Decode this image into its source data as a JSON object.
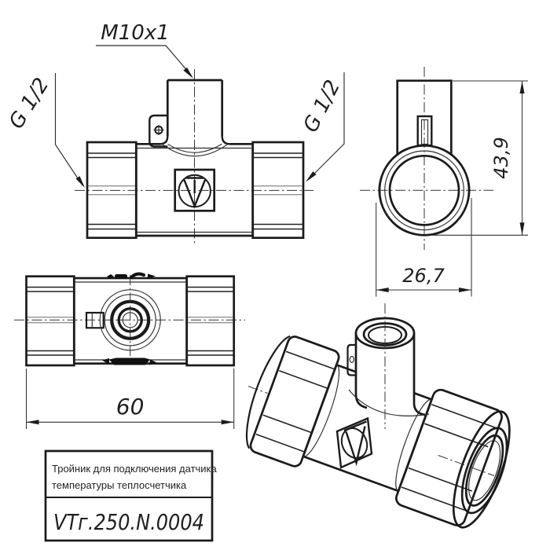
{
  "drawing": {
    "colors": {
      "line": "#1b1b1b",
      "background": "#ffffff"
    },
    "labels": {
      "top_thread": "M10x1",
      "left_thread": "G 1/2",
      "right_thread": "G 1/2"
    },
    "dimensions": {
      "overall_height": "43,9",
      "body_across": "26,7",
      "overall_length": "60"
    },
    "title_block": {
      "description_line1": "Тройник для подключения датчика",
      "description_line2": "температуры теплосчетчика",
      "part_number": "VTг.250.N.0004"
    },
    "logo": {
      "monogram": "VT"
    }
  }
}
